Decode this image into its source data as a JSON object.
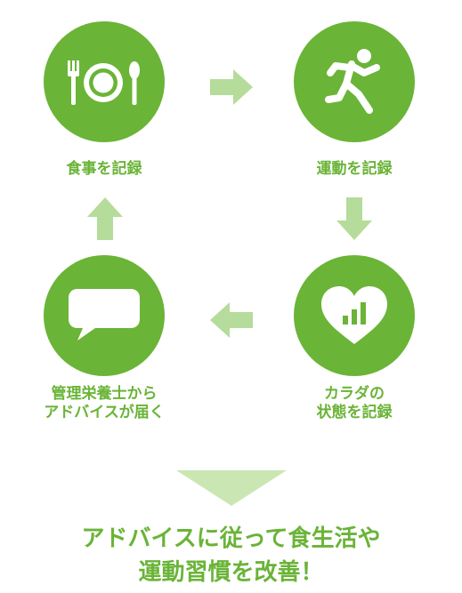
{
  "steps": {
    "meal": {
      "label": "食事を記録",
      "icon": "fork-plate-spoon-icon"
    },
    "exercise": {
      "label": "運動を記録",
      "icon": "running-person-icon"
    },
    "body": {
      "line1": "カラダの",
      "line2": "状態を記録",
      "icon": "heart-chart-icon"
    },
    "advice": {
      "line1": "管理栄養士から",
      "line2": "アドバイスが届く",
      "icon": "speech-bubble-icon"
    }
  },
  "result": {
    "line1": "アドバイスに従って食生活や",
    "line2": "運動習慣を改善！"
  },
  "colors": {
    "primary": "#6ab437",
    "arrow": "#b5dc9a",
    "big_arrow": "#cae7b3"
  }
}
